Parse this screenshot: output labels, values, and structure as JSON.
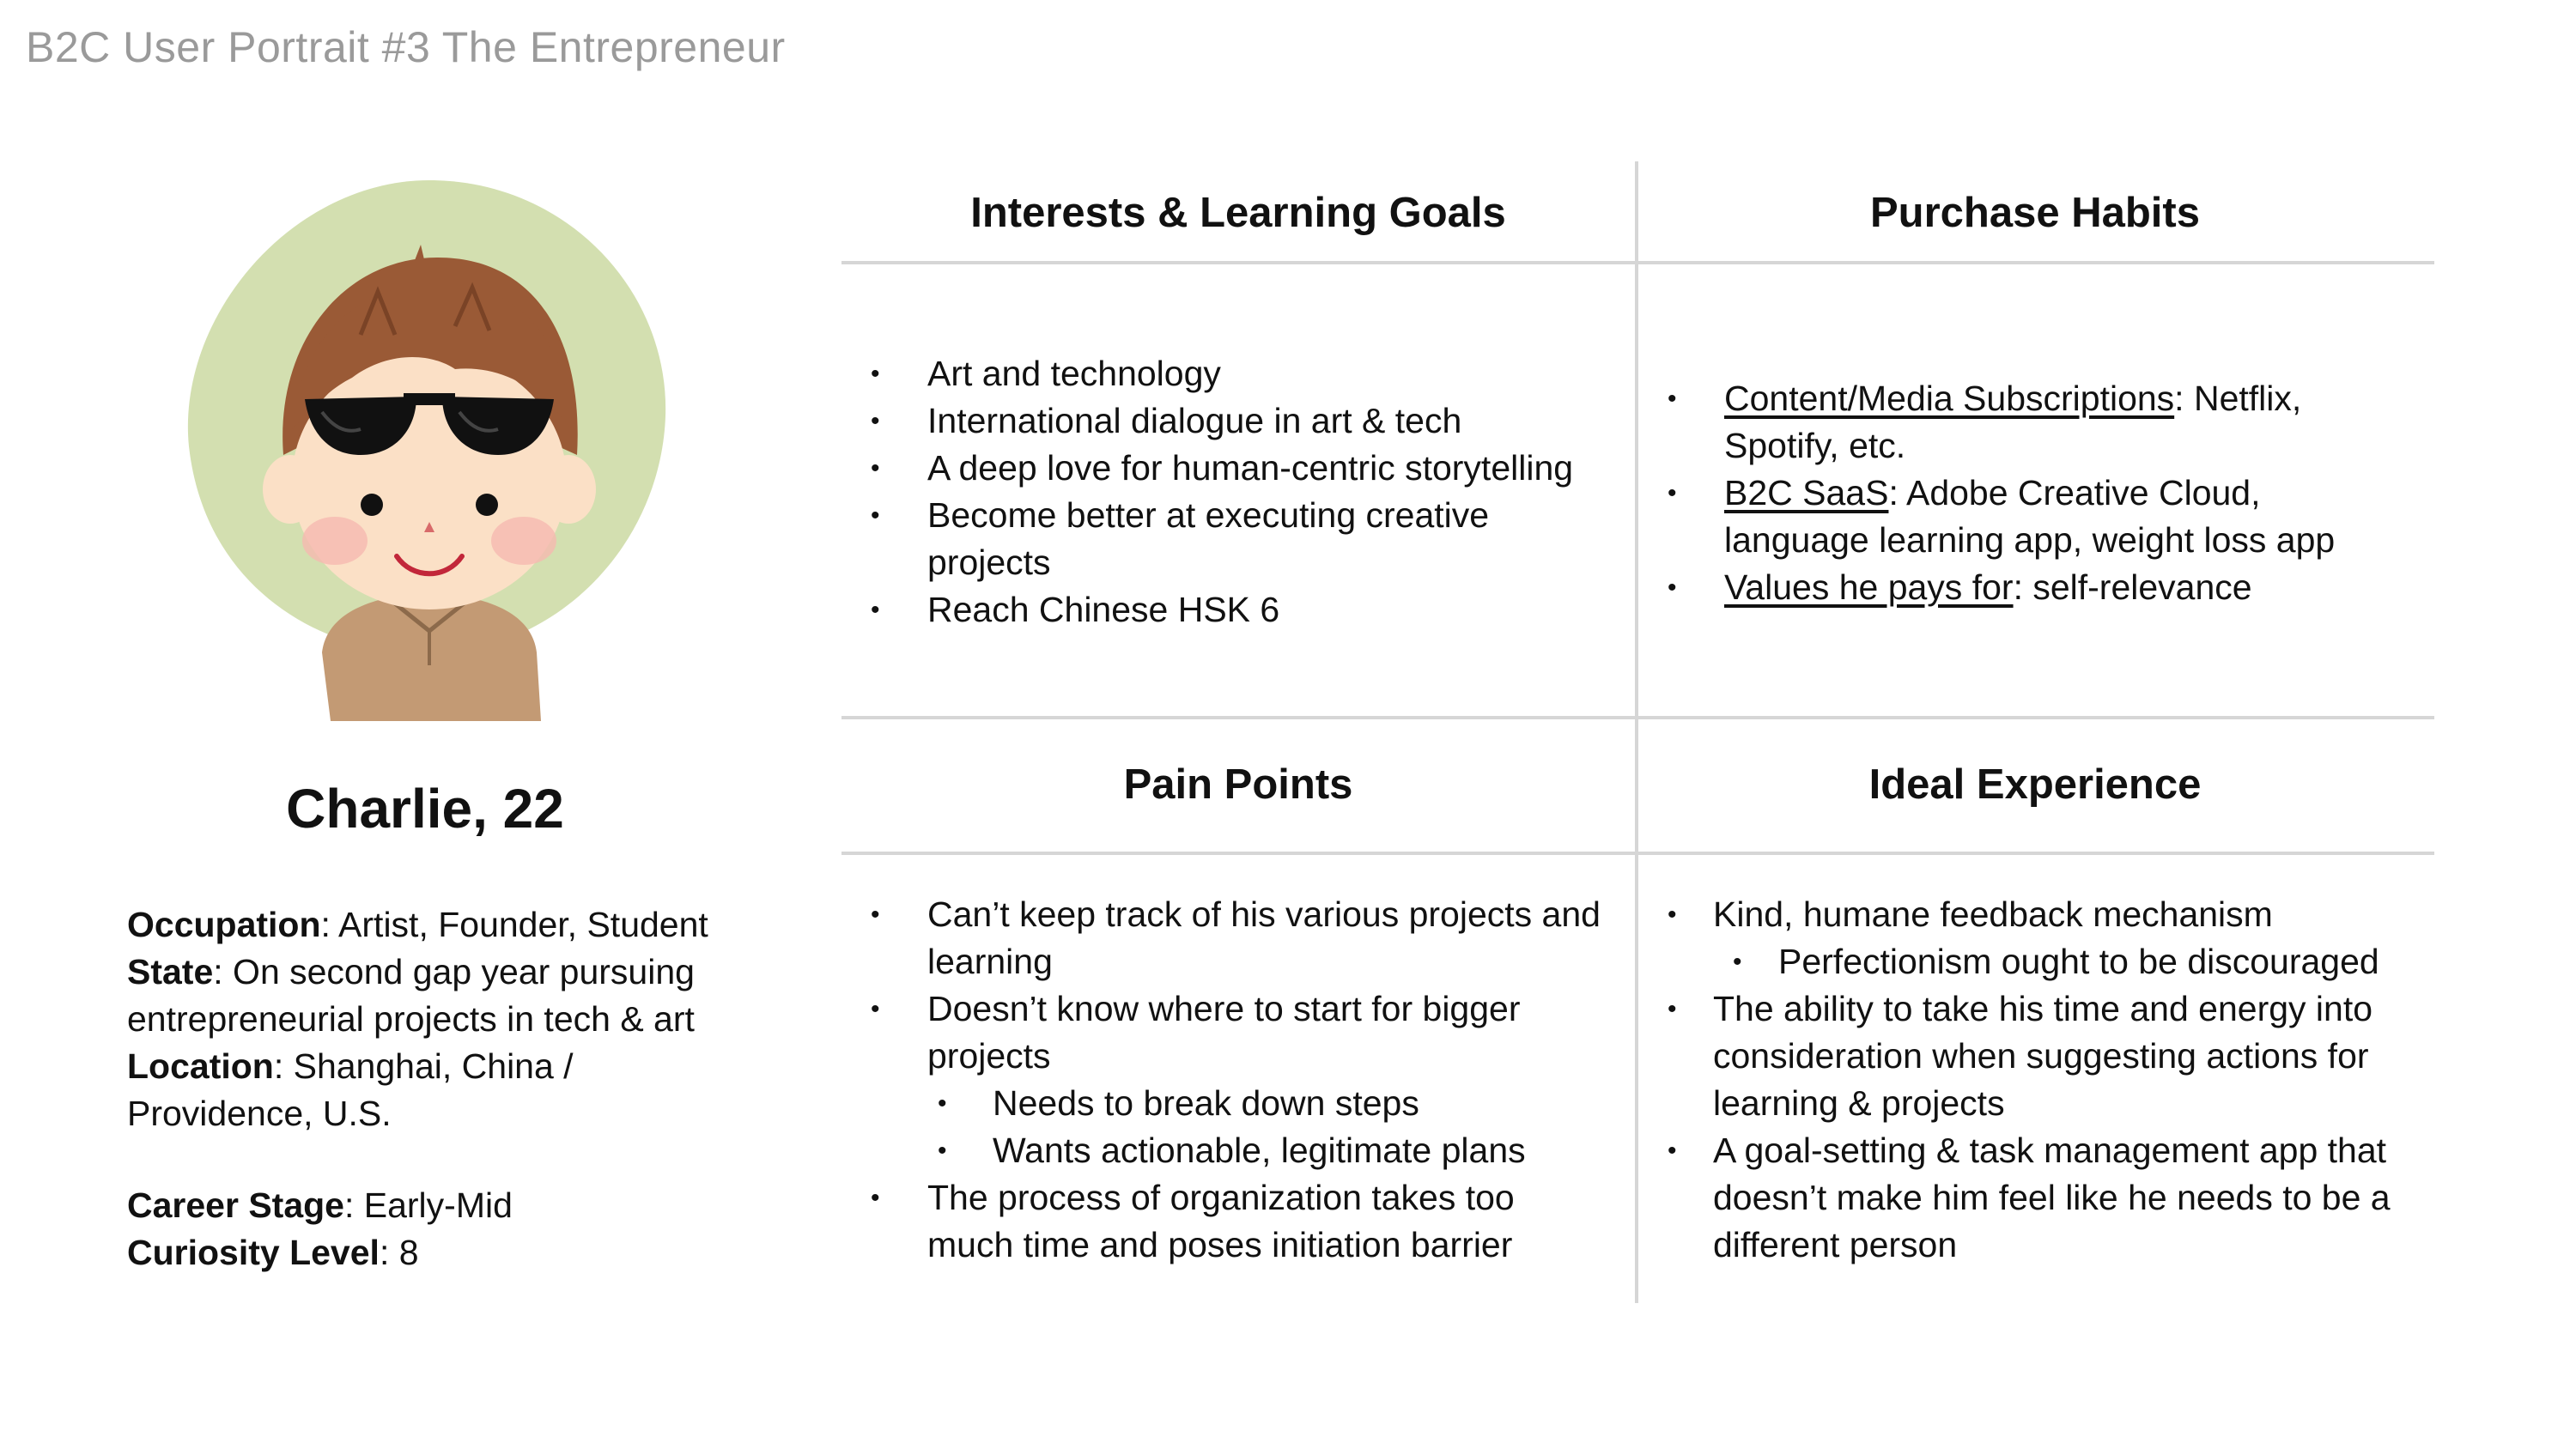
{
  "page": {
    "title": "B2C User Portrait #3 The Entrepreneur"
  },
  "persona": {
    "name": "Charlie, 22",
    "occupation": {
      "label": "Occupation",
      "value": ": Artist, Founder, Student"
    },
    "state": {
      "label": "State",
      "value": ": On second gap year pursuing",
      "value_2": "entrepreneurial projects in tech & art"
    },
    "location": {
      "label": "Location",
      "value": ": Shanghai, China /",
      "value_2": "Providence, U.S."
    },
    "career_stage": {
      "label": "Career Stage",
      "value": ": Early-Mid"
    },
    "curiosity_level": {
      "label": "Curiosity Level",
      "value": ": 8"
    }
  },
  "sections": {
    "interests": {
      "title": "Interests & Learning Goals",
      "items": [
        "Art and technology",
        "International dialogue in art & tech",
        "A deep love for human-centric storytelling",
        "Become better at executing creative",
        "projects",
        "Reach Chinese HSK 6"
      ]
    },
    "purchase": {
      "title": "Purchase Habits",
      "items": [
        {
          "label": "Content/Media Subscriptions",
          "text": ": Netflix,",
          "text_2": "Spotify, etc."
        },
        {
          "label": "B2C SaaS",
          "text": ": Adobe Creative Cloud,",
          "text_2": "language learning app, weight loss app"
        },
        {
          "label": "Values he pays for",
          "text": ": self-relevance"
        }
      ]
    },
    "pain_points": {
      "title": "Pain Points",
      "items": [
        "Can’t keep track of his various projects and",
        "learning",
        "Doesn’t know where to start for bigger",
        "projects",
        "Needs to break down steps",
        "Wants actionable, legitimate plans",
        "The process of organization takes too",
        "much time and poses initiation barrier"
      ]
    },
    "ideal": {
      "title": "Ideal Experience",
      "items": [
        "Kind, humane feedback mechanism",
        "Perfectionism ought to be discouraged",
        "The ability to take his time and energy into",
        "consideration when suggesting actions for",
        "learning & projects",
        "A goal-setting & task management app that",
        "doesn’t make him feel like he needs to be a",
        "different person"
      ]
    }
  },
  "colors": {
    "avatar_background": "#d3dfb0",
    "skin": "#fbe0c6",
    "hair": "#9a5a36",
    "shirt": "#c39a74",
    "divider": "#d6d6d6",
    "title_gray": "#9a9a9a"
  }
}
